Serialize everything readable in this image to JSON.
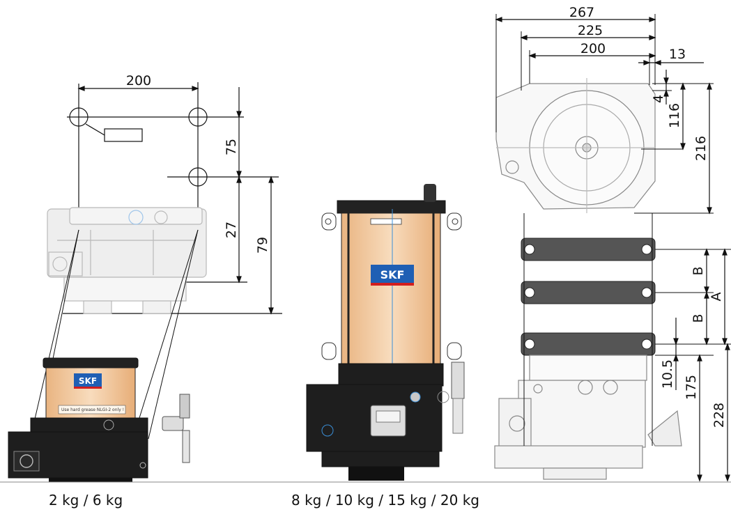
{
  "captions": {
    "left": "2 kg / 6 kg",
    "middle": "8 kg / 10 kg / 15 kg / 20 kg"
  },
  "brand": "SKF",
  "label_tiny": "Use hard grease NLGI-2 only !",
  "dimensions": {
    "top_width_mount": "200",
    "height_75": "75",
    "height_27": "27",
    "height_79": "79",
    "right_267": "267",
    "right_225": "225",
    "right_200": "200",
    "right_13": "13",
    "right_4": "4",
    "right_116": "116",
    "right_216": "216",
    "right_B1": "B",
    "right_B2": "B",
    "right_A": "A",
    "right_10_5": "10.5",
    "right_175": "175",
    "right_228": "228"
  },
  "colors": {
    "line": "#111111",
    "body_dark": "#1e1e1e",
    "reservoir": "#f2c79b",
    "skf_blue": "#1f5fb4",
    "skf_red": "#d21e1e",
    "ghost": "#c8c8c8",
    "accent_blue": "#3a8fd8"
  }
}
